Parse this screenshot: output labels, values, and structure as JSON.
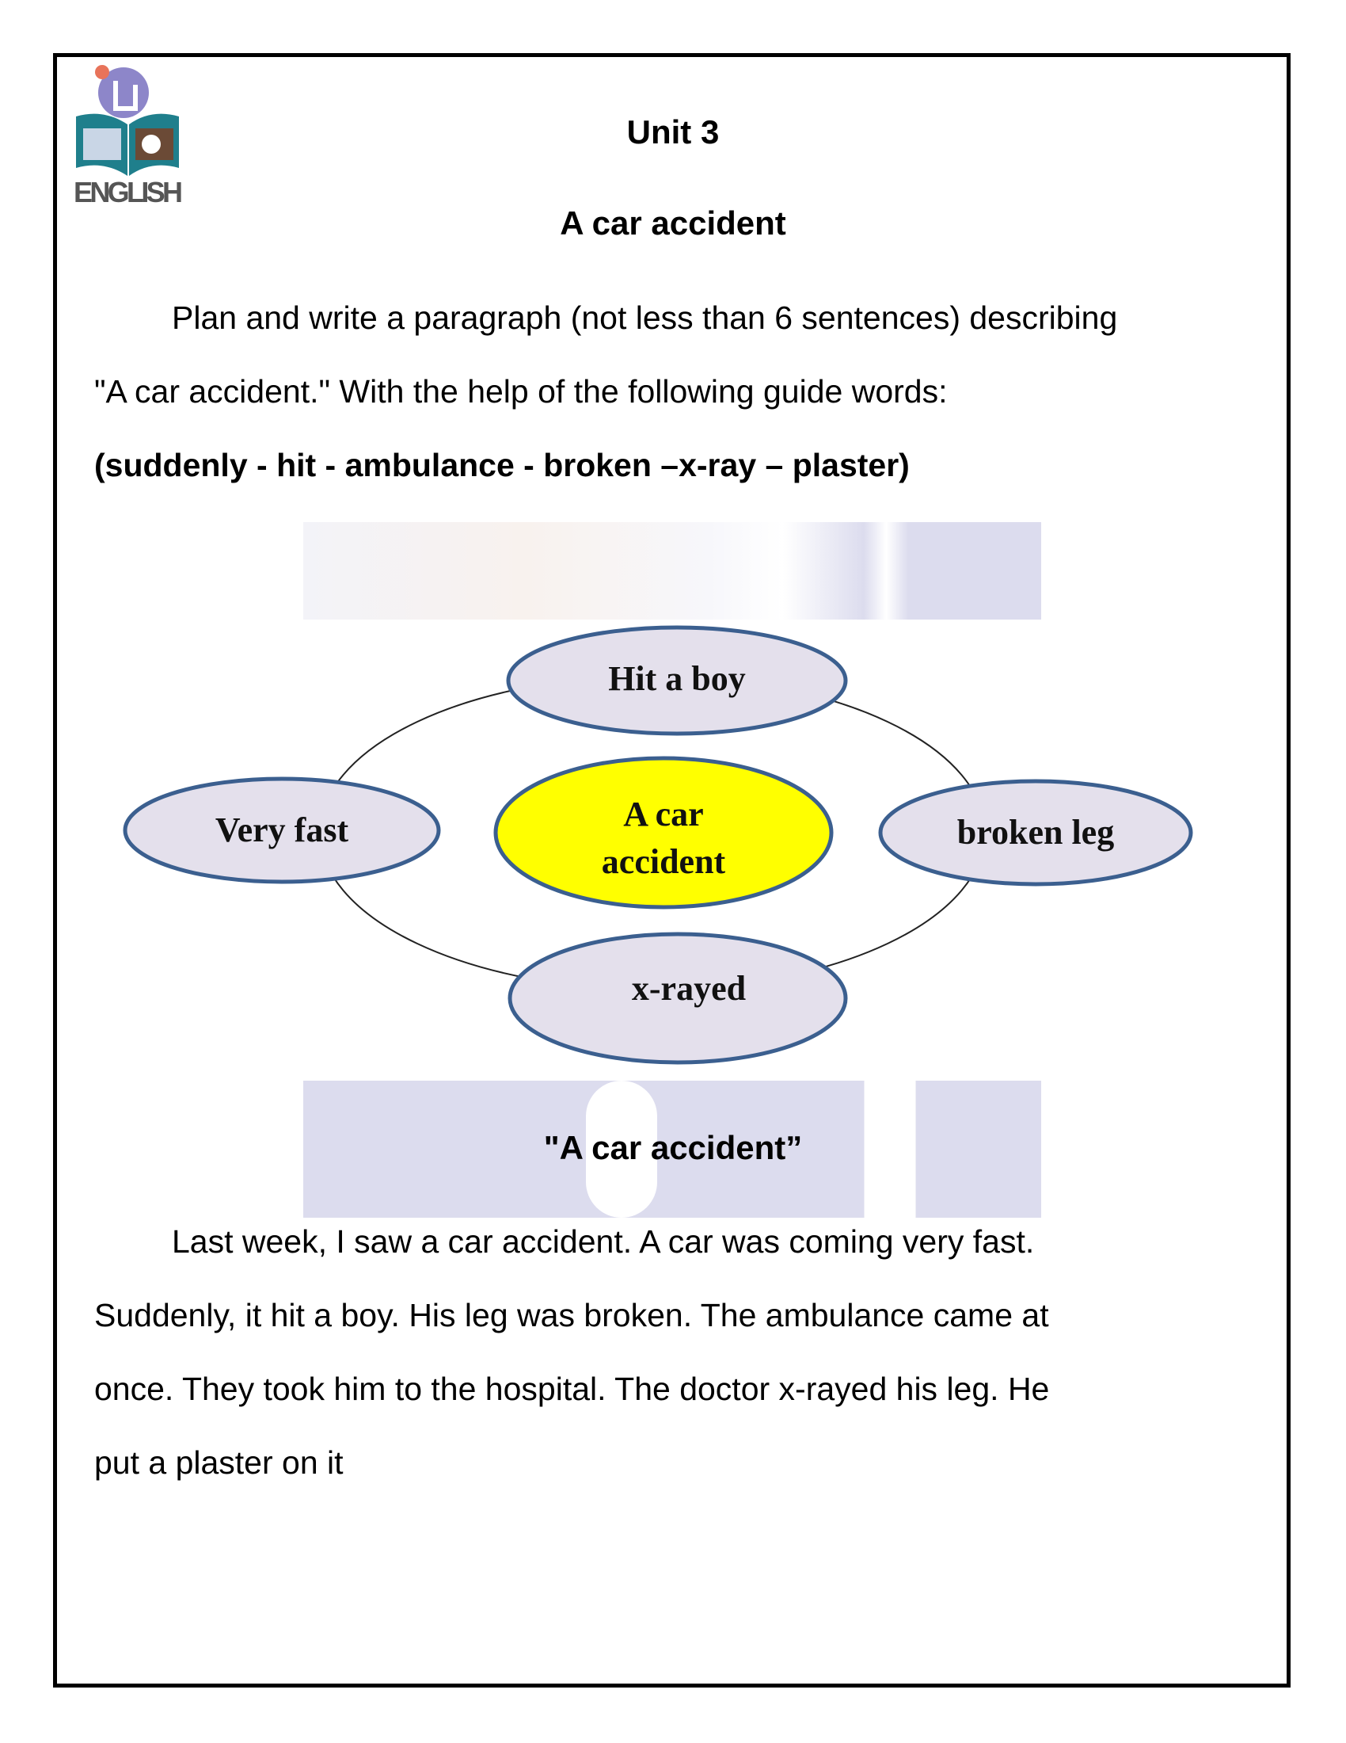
{
  "logo": {
    "text": "ENGLISH"
  },
  "header": {
    "unit": "Unit 3",
    "title": "A car accident"
  },
  "instructions": {
    "lines": [
      "Plan and write a paragraph (not less than 6 sentences) describing",
      "\"A car accident.\" With the help of the following guide words:"
    ],
    "guide_words": "(suddenly - hit - ambulance - broken –x-ray – plaster)"
  },
  "diagram": {
    "center": [
      "A car",
      "accident"
    ],
    "top": "Hit a boy",
    "left": "Very fast",
    "right": "broken leg",
    "bottom": "x-rayed",
    "colors": {
      "center_fill": "#ffff00",
      "node_fill": "#e4e0ec",
      "stroke": "#3b5f8f"
    }
  },
  "caption": "\"A car accident”",
  "answer": {
    "lines": [
      "Last week, I saw a car accident. A car was coming very fast.",
      "Suddenly, it hit a boy. His leg was broken. The ambulance came at",
      "once. They took him to the hospital. The doctor x-rayed his leg. He",
      "put a plaster on it"
    ]
  }
}
